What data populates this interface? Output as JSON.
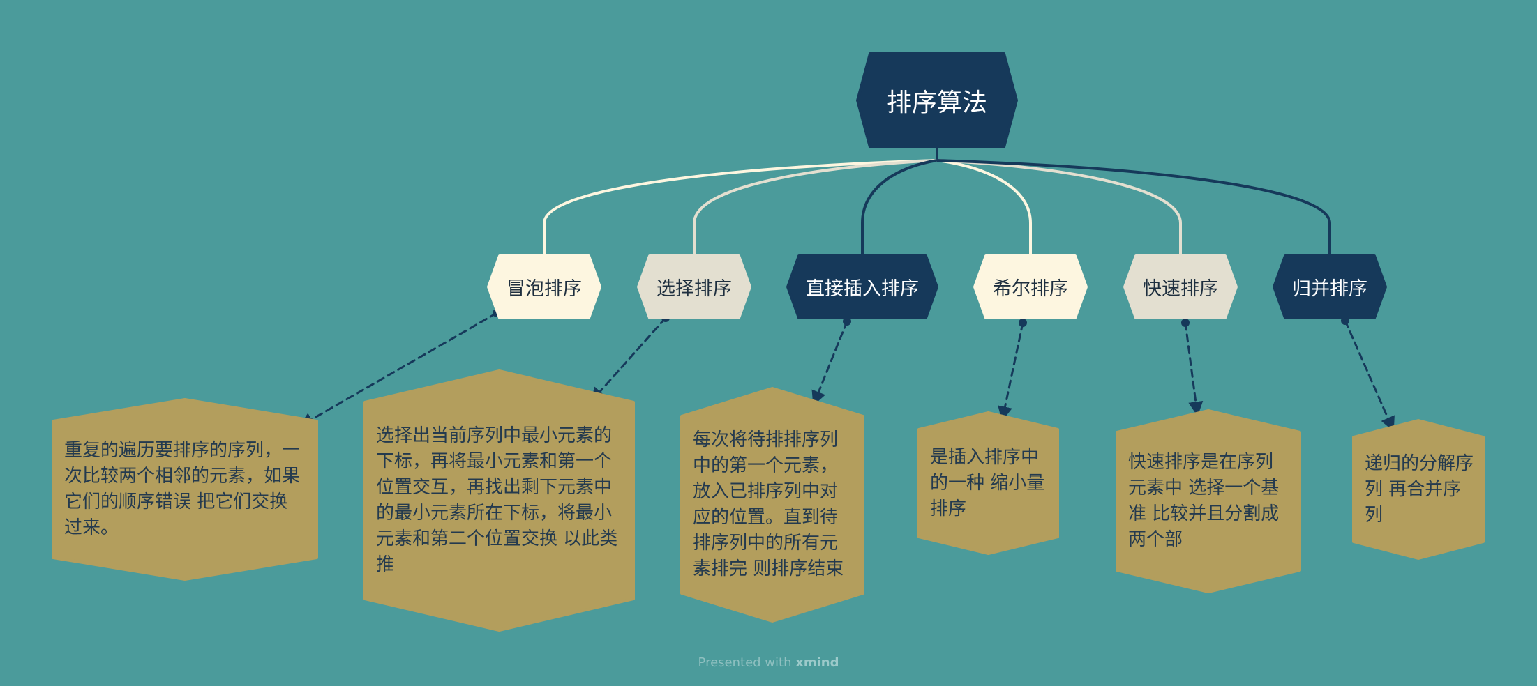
{
  "colors": {
    "background": "#4b9b9b",
    "dark_navy": "#16395a",
    "cream": "#fdf6e0",
    "beige": "#e3dfd0",
    "note_fill": "#b39e5d",
    "note_text": "#243a4e"
  },
  "root": {
    "label": "排序算法"
  },
  "topics": [
    {
      "label": "冒泡排序",
      "style": "cream",
      "note": "重复的遍历要排序的序列，一次比较两个相邻的元素，如果它们的顺序错误 把它们交换过来。"
    },
    {
      "label": "选择排序",
      "style": "beige",
      "note": "选择出当前序列中最小元素的下标，再将最小元素和第一个位置交互，再找出剩下元素中的最小元素所在下标，将最小元素和第二个位置交换 以此类推"
    },
    {
      "label": "直接插入排序",
      "style": "navy",
      "note": "每次将待排排序列中的第一个元素，放入已排序列中对应的位置。直到待排序列中的所有元素排完  则排序结束"
    },
    {
      "label": "希尔排序",
      "style": "cream",
      "note": "是插入排序中的一种 缩小量排序"
    },
    {
      "label": "快速排序",
      "style": "beige",
      "note": "快速排序是在序列元素中 选择一个基准 比较并且分割成两个部"
    },
    {
      "label": "归并排序",
      "style": "navy",
      "note": "递归的分解序列  再合并序列"
    }
  ],
  "footer": {
    "prefix": "Presented with",
    "brand": "xmind"
  }
}
